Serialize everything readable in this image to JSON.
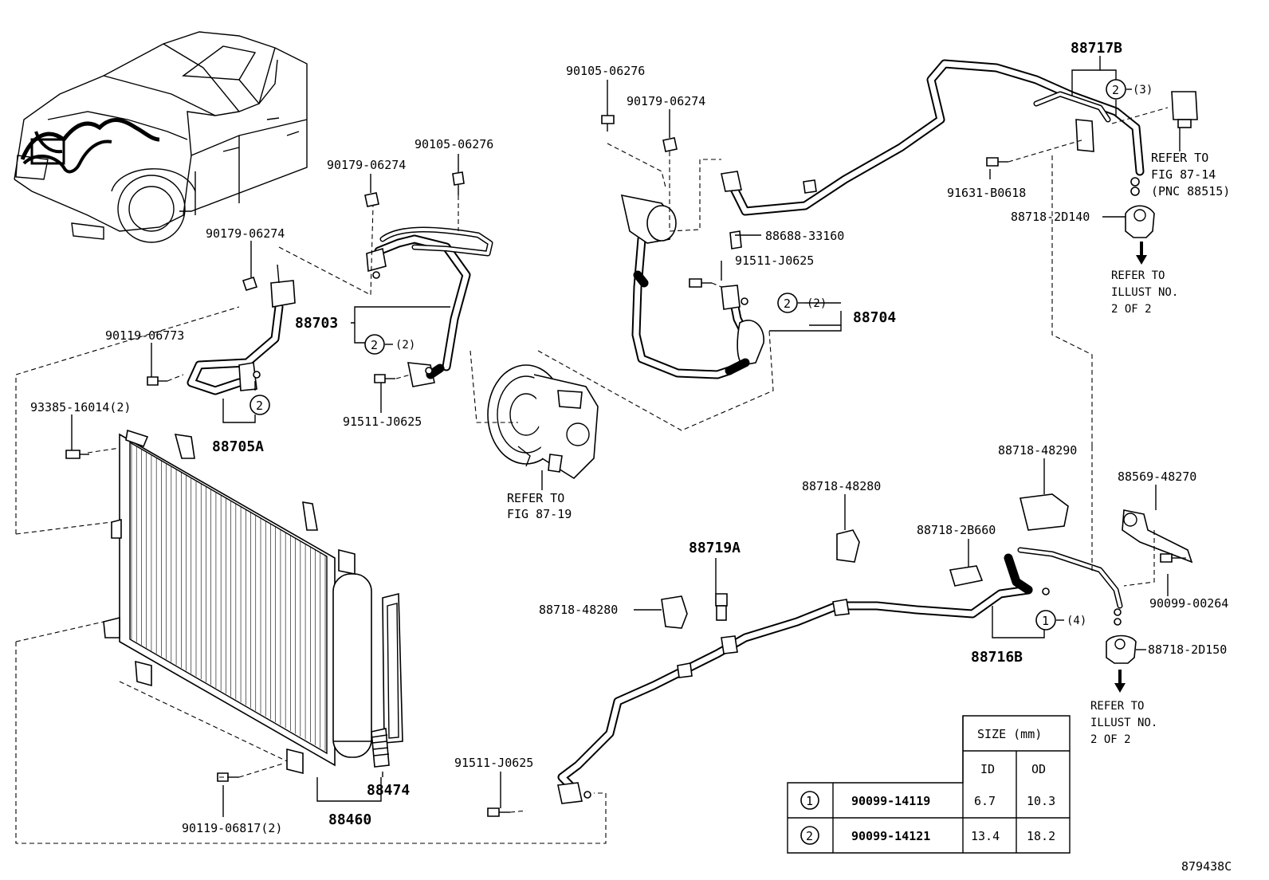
{
  "labels": {
    "p90105_a": "90105-06276",
    "p90179_a": "90179-06274",
    "p90179_b": "90179-06274",
    "p90105_b": "90105-06276",
    "p90179_c": "90179-06274",
    "p90119_06773": "90119-06773",
    "p93385": "93385-16014(2)",
    "p88703": "88703",
    "p88705A": "88705A",
    "p91511_a": "91511-J0625",
    "p88704": "88704",
    "p88688": "88688-33160",
    "p91511_b": "91511-J0625",
    "p88717B": "88717B",
    "p91631": "91631-B0618",
    "p88718_2D140": "88718-2D140",
    "p88718_48290": "88718-48290",
    "p88569": "88569-48270",
    "p88718_48280_a": "88718-48280",
    "p88718_2B660": "88718-2B660",
    "p88719A": "88719A",
    "p88718_48280_b": "88718-48280",
    "p90099_00264": "90099-00264",
    "p88718_2D150": "88718-2D150",
    "p88716B": "88716B",
    "p91511_c": "91511-J0625",
    "p88474": "88474",
    "p88460": "88460",
    "p90119_06817": "90119-06817(2)",
    "figure_id": "879438C"
  },
  "qty": {
    "q88703": "(2)",
    "q88704": "(2)",
    "q88717B": "(3)",
    "q88716B": "(4)"
  },
  "circle_refs": {
    "c88703": "2",
    "c88705A": "2",
    "c88704": "2",
    "c88717B": "2",
    "c88716B": "1"
  },
  "refer_notes": {
    "compressor": [
      "REFER TO",
      "FIG 87-19"
    ],
    "valve": [
      "REFER TO",
      "FIG 87-14",
      "(PNC 88515)"
    ],
    "illust_a": [
      "REFER TO",
      "ILLUST NO.",
      "2 OF 2"
    ],
    "illust_b": [
      "REFER TO",
      "ILLUST NO.",
      "2 OF 2"
    ]
  },
  "size_table": {
    "header": "SIZE (mm)",
    "col_id": "ID",
    "col_od": "OD",
    "rows": [
      {
        "ref": "1",
        "part": "90099-14119",
        "id": "6.7",
        "od": "10.3"
      },
      {
        "ref": "2",
        "part": "90099-14121",
        "id": "13.4",
        "od": "18.2"
      }
    ]
  }
}
